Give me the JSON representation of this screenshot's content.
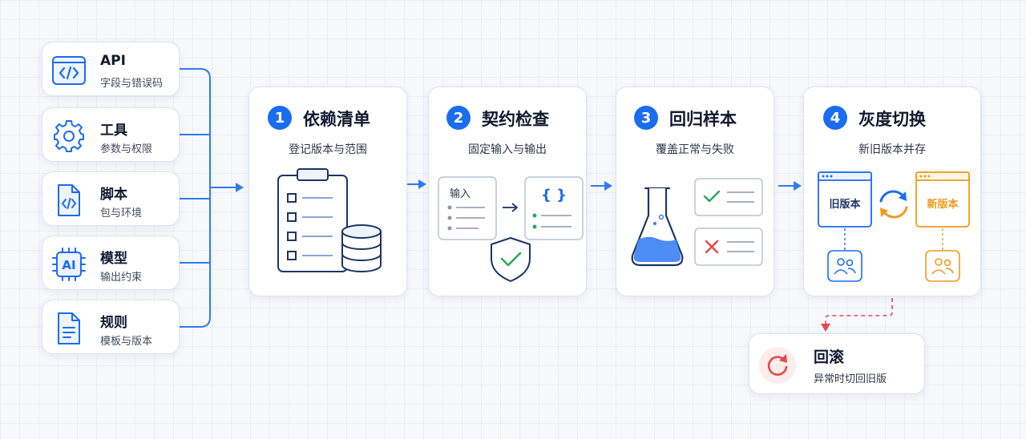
{
  "inputs": [
    {
      "title": "API",
      "desc": "字段与错误码",
      "icon": "code-window-icon"
    },
    {
      "title": "工具",
      "desc": "参数与权限",
      "icon": "gear-icon"
    },
    {
      "title": "脚本",
      "desc": "包与环境",
      "icon": "code-file-icon"
    },
    {
      "title": "模型",
      "desc": "输出约束",
      "icon": "ai-chip-icon"
    },
    {
      "title": "规则",
      "desc": "模板与版本",
      "icon": "document-icon"
    }
  ],
  "steps": [
    {
      "num": "1",
      "title": "依赖清单",
      "sub": "登记版本与范围"
    },
    {
      "num": "2",
      "title": "契约检查",
      "sub": "固定输入与输出",
      "input_label": "输入",
      "output_label": "{ }"
    },
    {
      "num": "3",
      "title": "回归样本",
      "sub": "覆盖正常与失败"
    },
    {
      "num": "4",
      "title": "灰度切换",
      "sub": "新旧版本并存",
      "old_label": "旧版本",
      "new_label": "新版本"
    }
  ],
  "rollback": {
    "title": "回滚",
    "desc": "异常时切回旧版"
  },
  "colors": {
    "accent": "#1a6cf0",
    "success": "#27a85f",
    "error": "#e5484d",
    "new_version": "#f09a1b"
  }
}
